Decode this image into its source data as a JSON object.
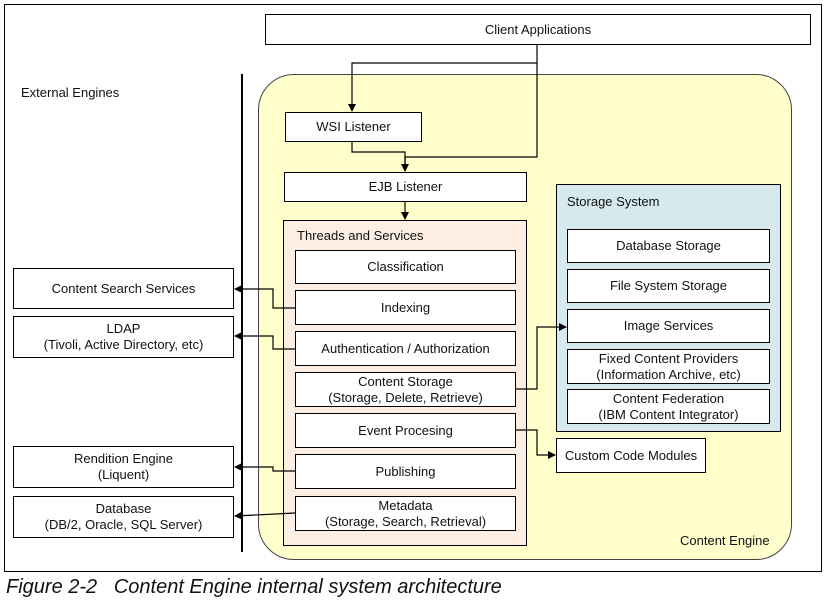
{
  "figure": {
    "caption": "Figure 2-2   Content Engine internal system architecture"
  },
  "client": {
    "label": "Client Applications"
  },
  "external": {
    "heading": "External Engines",
    "boxes": [
      {
        "line1": "Content Search Services",
        "line2": ""
      },
      {
        "line1": "LDAP",
        "line2": "(Tivoli, Active Directory, etc)"
      },
      {
        "line1": "Rendition Engine",
        "line2": "(Liquent)"
      },
      {
        "line1": "Database",
        "line2": "(DB/2, Oracle, SQL Server)"
      }
    ]
  },
  "engine": {
    "label": "Content Engine",
    "wsi": "WSI Listener",
    "ejb": "EJB Listener",
    "threads": {
      "heading": "Threads and Services",
      "items": [
        {
          "line1": "Classification",
          "line2": ""
        },
        {
          "line1": "Indexing",
          "line2": ""
        },
        {
          "line1": "Authentication / Authorization",
          "line2": ""
        },
        {
          "line1": "Content Storage",
          "line2": "(Storage, Delete, Retrieve)"
        },
        {
          "line1": "Event Procesing",
          "line2": ""
        },
        {
          "line1": "Publishing",
          "line2": ""
        },
        {
          "line1": "Metadata",
          "line2": "(Storage, Search, Retrieval)"
        }
      ]
    },
    "storage": {
      "heading": "Storage System",
      "items": [
        {
          "line1": "Database Storage",
          "line2": ""
        },
        {
          "line1": "File System Storage",
          "line2": ""
        },
        {
          "line1": "Image Services",
          "line2": ""
        },
        {
          "line1": "Fixed Content Providers",
          "line2": "(Information Archive, etc)"
        },
        {
          "line1": "Content Federation",
          "line2": "(IBM Content Integrator)"
        }
      ]
    },
    "custom": "Custom Code Modules"
  },
  "colors": {
    "engine_fill": "#ffffcc",
    "threads_fill": "#fdeee4",
    "storage_fill": "#d5e9ef"
  }
}
